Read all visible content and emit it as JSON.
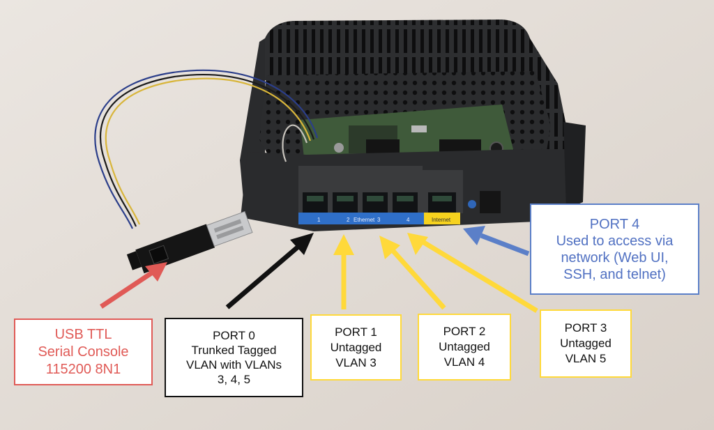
{
  "labels": {
    "usb": {
      "lines": [
        "USB TTL",
        "Serial Console",
        "115200 8N1"
      ]
    },
    "port0": {
      "lines": [
        "PORT 0",
        "Trunked Tagged",
        "VLAN with VLANs",
        "3, 4, 5"
      ]
    },
    "port1": {
      "lines": [
        "PORT 1",
        "Untagged",
        "VLAN 3"
      ]
    },
    "port2": {
      "lines": [
        "PORT 2",
        "Untagged",
        "VLAN 4"
      ]
    },
    "port3": {
      "lines": [
        "PORT 3",
        "Untagged",
        "VLAN 5"
      ]
    },
    "port4": {
      "lines": [
        "PORT 4",
        "Used to access via",
        "network (Web UI,",
        "SSH,  and telnet)"
      ]
    }
  },
  "router_printed": {
    "ethernet": "Ethernet",
    "internet": "Internet",
    "port_numbers": [
      "1",
      "2",
      "3",
      "4"
    ]
  },
  "colors": {
    "red": "#e05a56",
    "black": "#111111",
    "yellow": "#ffd93a",
    "blue": "#5b7fc8",
    "router_body": "#2a2b2d",
    "pcb": "#3f5a3a",
    "port_strip_blue": "#2f6fc8",
    "port_strip_yellow": "#f6d21e"
  }
}
